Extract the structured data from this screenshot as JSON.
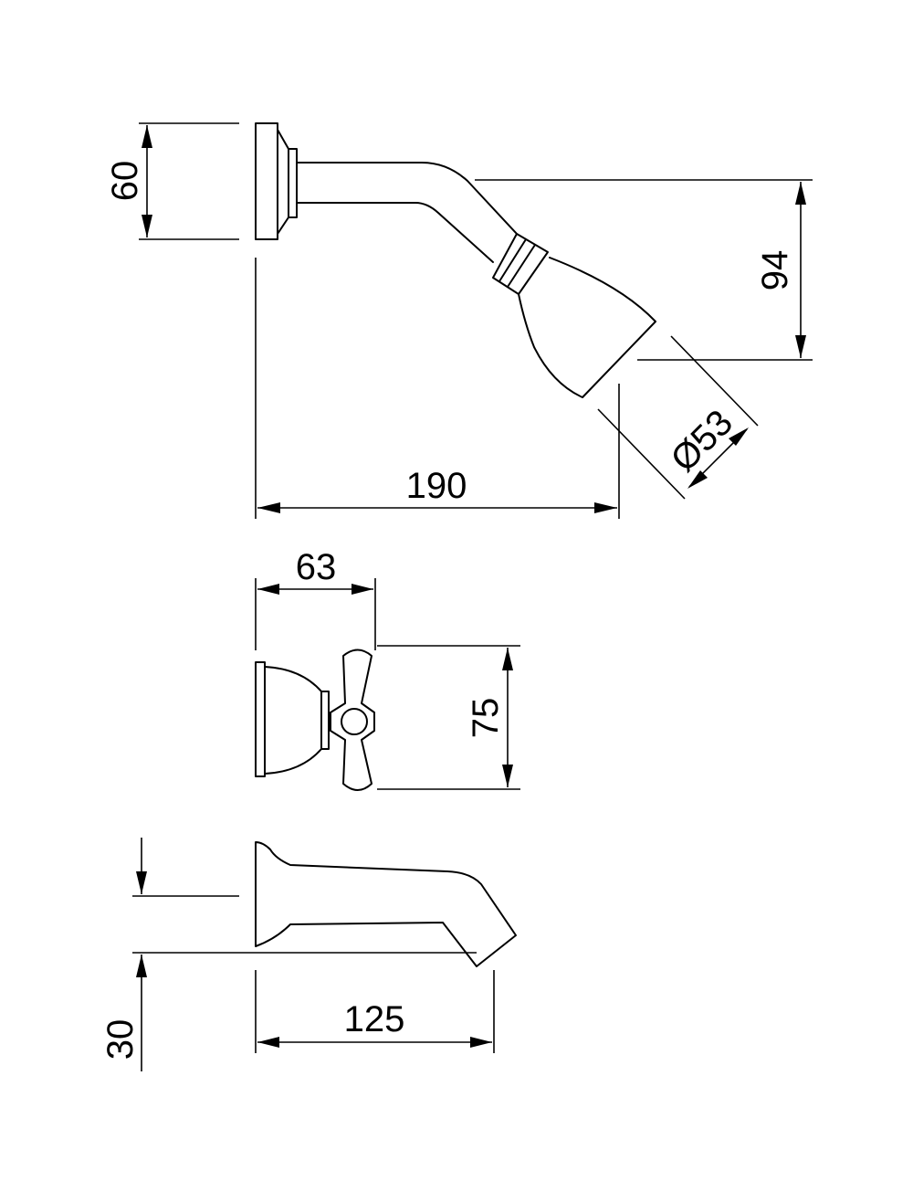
{
  "dimensions": {
    "shower_arm_height": "60",
    "shower_drop": "94",
    "shower_head_diameter": "Ø53",
    "shower_projection": "190",
    "handle_projection": "63",
    "handle_height": "75",
    "spout_projection": "125",
    "spout_height": "30"
  }
}
